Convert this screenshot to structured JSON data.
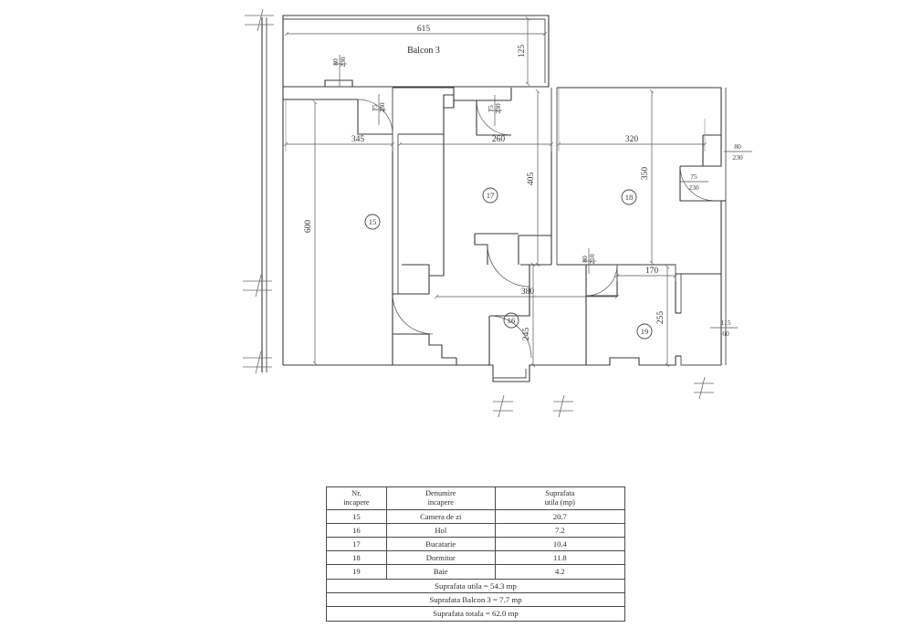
{
  "drawing": {
    "balcony_label": "Balcon 3",
    "overall_dimensions": [
      {
        "name": "balcony-width",
        "value": "615"
      },
      {
        "name": "balcony-depth",
        "value": "125"
      },
      {
        "name": "living-room-width",
        "value": "345"
      },
      {
        "name": "kitchen-width",
        "value": "260"
      },
      {
        "name": "bedroom-width",
        "value": "320"
      },
      {
        "name": "living-room-depth",
        "value": "600"
      },
      {
        "name": "kitchen-depth",
        "value": "405"
      },
      {
        "name": "bedroom-depth",
        "value": "350"
      },
      {
        "name": "hall-width",
        "value": "380"
      },
      {
        "name": "hall-depth",
        "value": "245"
      },
      {
        "name": "bath-width",
        "value": "170"
      },
      {
        "name": "bath-depth",
        "value": "255"
      }
    ],
    "openings": [
      {
        "name": "balcony-door",
        "width": "80",
        "height": "230"
      },
      {
        "name": "living-room-door",
        "width": "75",
        "height": "230"
      },
      {
        "name": "kitchen-door",
        "width": "75",
        "height": "230"
      },
      {
        "name": "entry-door",
        "width": "80",
        "height": "230"
      },
      {
        "name": "bedroom-door",
        "width": "75",
        "height": "230"
      },
      {
        "name": "hall-door-left",
        "width": "80",
        "height": "210"
      },
      {
        "name": "bathroom-door",
        "width": "80",
        "height": "210"
      },
      {
        "name": "bathroom-window",
        "width": "115",
        "height": "60"
      }
    ],
    "room_markers": [
      {
        "number": "15"
      },
      {
        "number": "16"
      },
      {
        "number": "17"
      },
      {
        "number": "18"
      },
      {
        "number": "19"
      }
    ]
  },
  "table": {
    "headers": {
      "nr": "Nr.",
      "nr2": "incapere",
      "den": "Denumire",
      "den2": "incapere",
      "supr": "Suprafata",
      "supr2": "utila (mp)"
    },
    "rows": [
      {
        "nr": "15",
        "denumire": "Camera de zi",
        "suprafata": "20.7"
      },
      {
        "nr": "16",
        "denumire": "Hol",
        "suprafata": "7.2"
      },
      {
        "nr": "17",
        "denumire": "Bucatarie",
        "suprafata": "10.4"
      },
      {
        "nr": "18",
        "denumire": "Dormitor",
        "suprafata": "11.8"
      },
      {
        "nr": "19",
        "denumire": "Baie",
        "suprafata": "4.2"
      }
    ],
    "summary": [
      {
        "label": "Suprafata utila = 54.3 mp"
      },
      {
        "label": "Suprafata Balcon 3 = 7.7 mp"
      },
      {
        "label": "Suprafata totala = 62.0 mp"
      }
    ]
  }
}
